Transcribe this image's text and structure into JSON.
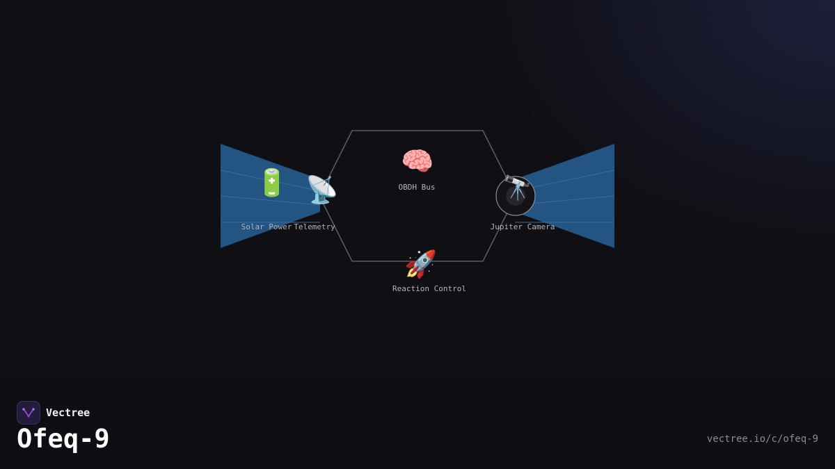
{
  "diagram": {
    "nodes": [
      {
        "id": "solar",
        "label": "Solar Power",
        "icon": "battery-icon",
        "glyph": "🔋"
      },
      {
        "id": "telemetry",
        "label": "Telemetry",
        "icon": "satellite-antenna-icon",
        "glyph": "📡"
      },
      {
        "id": "obdh",
        "label": "OBDH Bus",
        "icon": "brain-icon",
        "glyph": "🧠"
      },
      {
        "id": "camera",
        "label": "Jupiter Camera",
        "icon": "telescope-icon",
        "glyph": "🔭"
      },
      {
        "id": "rcs",
        "label": "Reaction Control",
        "icon": "rocket-icon",
        "glyph": "🚀"
      }
    ],
    "colors": {
      "panel_fill": "#255a8c",
      "panel_line": "#3b6d9c",
      "body_stroke": "#5c5c64"
    }
  },
  "brand": {
    "name": "Vectree",
    "logo_icon": "vectree-logo-icon",
    "logo_color": "#8e4dd6"
  },
  "title": "Ofeq-9",
  "url": "vectree.io/c/ofeq-9"
}
